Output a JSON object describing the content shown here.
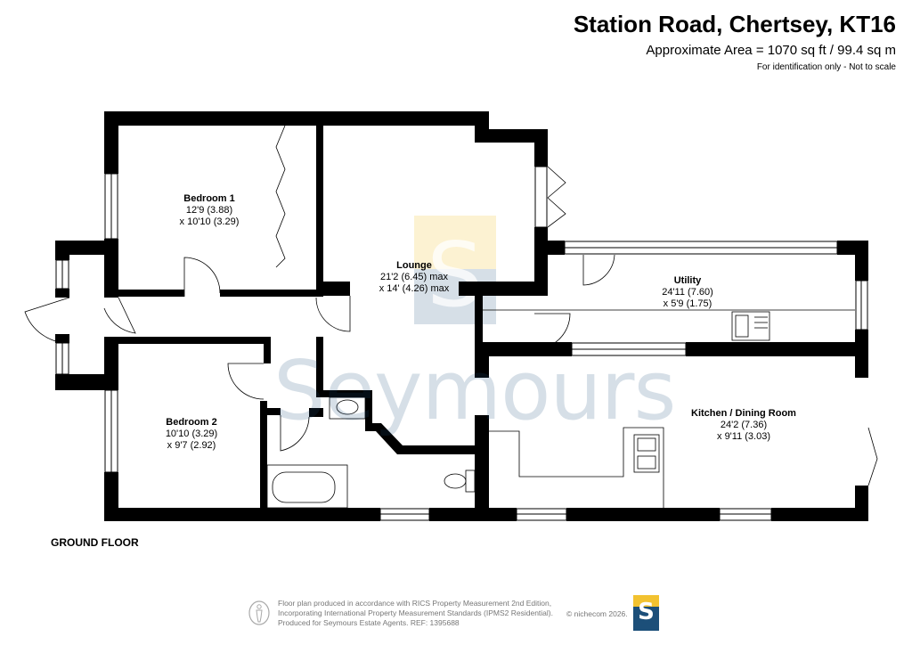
{
  "header": {
    "title": "Station Road, Chertsey, KT16",
    "area": "Approximate Area = 1070 sq ft / 99.4 sq m",
    "note": "For identification only - Not to scale"
  },
  "floor_label": "GROUND FLOOR",
  "rooms": {
    "bedroom1": {
      "name": "Bedroom 1",
      "dim1": "12'9 (3.88)",
      "dim2": "x 10'10 (3.29)"
    },
    "lounge": {
      "name": "Lounge",
      "dim1": "21'2 (6.45) max",
      "dim2": "x 14' (4.26) max"
    },
    "utility": {
      "name": "Utility",
      "dim1": "24'11 (7.60)",
      "dim2": "x 5'9 (1.75)"
    },
    "bedroom2": {
      "name": "Bedroom 2",
      "dim1": "10'10 (3.29)",
      "dim2": "x 9'7 (2.92)"
    },
    "kitchen": {
      "name": "Kitchen / Dining Room",
      "dim1": "24'2 (7.36)",
      "dim2": "x 9'11 (3.03)"
    }
  },
  "footer": {
    "line1": "Floor plan produced in accordance with RICS Property Measurement 2nd Edition,",
    "line2": "Incorporating International Property Measurement Standards (IPMS2 Residential).",
    "line3": "Produced for Seymours Estate Agents.   REF: 1395688",
    "copyright": "© nichecom 2026."
  },
  "branding": {
    "watermark_text": "Seymours",
    "logo_letter": "S",
    "colors": {
      "navy": "#1c4f79",
      "gold": "#f2c230",
      "wall": "#000000"
    }
  }
}
